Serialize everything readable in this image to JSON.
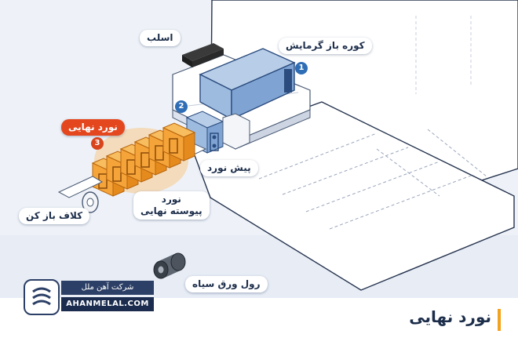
{
  "labels": {
    "slab": "اسلب",
    "reheating_furnace": "کوره باز گرمایش",
    "roughing_mill": "پیش نورد",
    "finishing_mill": "نورد نهایی",
    "continuous_finishing_mill_line1": "نورد",
    "continuous_finishing_mill_line2": "پیوسته نهایی",
    "coiler": "کلاف باز کن",
    "black_sheet_roll": "رول ورق سیاه"
  },
  "steps": {
    "furnace": "1",
    "roughing": "2",
    "finishing": "3"
  },
  "brand": {
    "name": "شرکت آهن ملل",
    "website": "AHANMELAL.COM"
  },
  "footer": {
    "title": "نورد نهایی"
  },
  "colors": {
    "accent": "#e4471e",
    "equipment_blue": "#9dbadf",
    "finishing_orange": "#f5a43a",
    "navy": "#1c2d4a",
    "highlight_bar": "#f2a21b"
  }
}
